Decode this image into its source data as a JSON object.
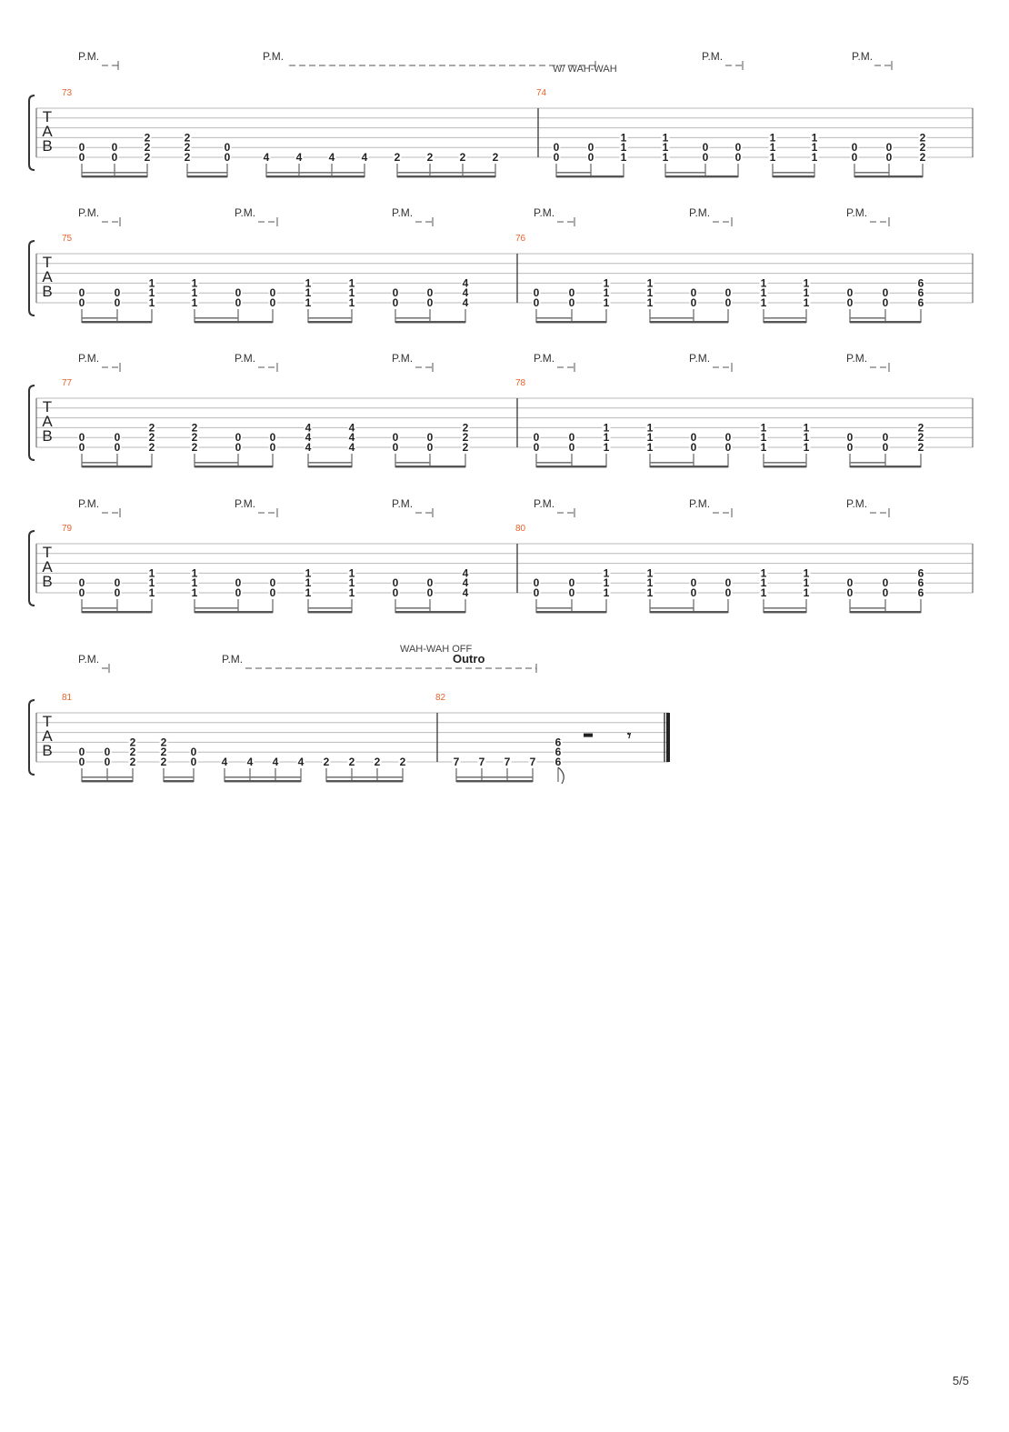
{
  "sheet": {
    "page_number": "5/5",
    "tab_clef": [
      "T",
      "A",
      "B"
    ],
    "pm_label": "P.M.",
    "colors": {
      "measure_number": "#e8622a",
      "staff_line": "#b9b9b9",
      "text": "#222222",
      "bracket": "#333333"
    },
    "systems": [
      {
        "measures": [
          {
            "number": "73",
            "notes": [
              [
                null,
                null,
                "0",
                "0"
              ],
              [
                null,
                null,
                "0",
                "0"
              ],
              [
                null,
                "2",
                "2",
                "2"
              ],
              [
                null,
                "2",
                "2",
                "2"
              ],
              [
                null,
                null,
                "0",
                "0"
              ],
              [
                null,
                null,
                null,
                "4"
              ],
              [
                null,
                null,
                null,
                "4"
              ],
              [
                null,
                null,
                null,
                "4"
              ],
              [
                null,
                null,
                null,
                "4"
              ],
              [
                null,
                null,
                null,
                "2"
              ],
              [
                null,
                null,
                null,
                "2"
              ],
              [
                null,
                null,
                null,
                "2"
              ],
              [
                null,
                null,
                null,
                "2"
              ]
            ]
          },
          {
            "number": "74",
            "notes": [
              [
                null,
                null,
                "0",
                "0"
              ],
              [
                null,
                null,
                "0",
                "0"
              ],
              [
                null,
                "1",
                "1",
                "1"
              ],
              [
                null,
                "1",
                "1",
                "1"
              ],
              [
                null,
                null,
                "0",
                "0"
              ],
              [
                null,
                null,
                "0",
                "0"
              ],
              [
                null,
                "1",
                "1",
                "1"
              ],
              [
                null,
                "1",
                "1",
                "1"
              ],
              [
                null,
                null,
                "0",
                "0"
              ],
              [
                null,
                null,
                "0",
                "0"
              ],
              [
                null,
                "2",
                "2",
                "2"
              ]
            ]
          }
        ],
        "annotations": [
          {
            "kind": "pm",
            "text": "P.M."
          },
          {
            "kind": "pm",
            "text": "P.M."
          },
          {
            "kind": "pm",
            "text": "P.M."
          },
          {
            "kind": "pm",
            "text": "P.M."
          },
          {
            "kind": "text",
            "text": "W/ WAH-WAH"
          }
        ]
      },
      {
        "measures": [
          {
            "number": "75",
            "notes": [
              [
                null,
                null,
                "0",
                "0"
              ],
              [
                null,
                null,
                "0",
                "0"
              ],
              [
                null,
                "1",
                "1",
                "1"
              ],
              [
                null,
                "1",
                "1",
                "1"
              ],
              [
                null,
                null,
                "0",
                "0"
              ],
              [
                null,
                null,
                "0",
                "0"
              ],
              [
                null,
                "1",
                "1",
                "1"
              ],
              [
                null,
                "1",
                "1",
                "1"
              ],
              [
                null,
                null,
                "0",
                "0"
              ],
              [
                null,
                null,
                "0",
                "0"
              ],
              [
                null,
                "4",
                "4",
                "4"
              ]
            ]
          },
          {
            "number": "76",
            "notes": [
              [
                null,
                null,
                "0",
                "0"
              ],
              [
                null,
                null,
                "0",
                "0"
              ],
              [
                null,
                "1",
                "1",
                "1"
              ],
              [
                null,
                "1",
                "1",
                "1"
              ],
              [
                null,
                null,
                "0",
                "0"
              ],
              [
                null,
                null,
                "0",
                "0"
              ],
              [
                null,
                "1",
                "1",
                "1"
              ],
              [
                null,
                "1",
                "1",
                "1"
              ],
              [
                null,
                null,
                "0",
                "0"
              ],
              [
                null,
                null,
                "0",
                "0"
              ],
              [
                null,
                "6",
                "6",
                "6"
              ]
            ]
          }
        ],
        "annotations": [
          {
            "kind": "pm",
            "text": "P.M."
          },
          {
            "kind": "pm",
            "text": "P.M."
          },
          {
            "kind": "pm",
            "text": "P.M."
          },
          {
            "kind": "pm",
            "text": "P.M."
          },
          {
            "kind": "pm",
            "text": "P.M."
          },
          {
            "kind": "pm",
            "text": "P.M."
          }
        ]
      },
      {
        "measures": [
          {
            "number": "77",
            "notes": [
              [
                null,
                null,
                "0",
                "0"
              ],
              [
                null,
                null,
                "0",
                "0"
              ],
              [
                null,
                "2",
                "2",
                "2"
              ],
              [
                null,
                "2",
                "2",
                "2"
              ],
              [
                null,
                null,
                "0",
                "0"
              ],
              [
                null,
                null,
                "0",
                "0"
              ],
              [
                null,
                "4",
                "4",
                "4"
              ],
              [
                null,
                "4",
                "4",
                "4"
              ],
              [
                null,
                null,
                "0",
                "0"
              ],
              [
                null,
                null,
                "0",
                "0"
              ],
              [
                null,
                "2",
                "2",
                "2"
              ]
            ]
          },
          {
            "number": "78",
            "notes": [
              [
                null,
                null,
                "0",
                "0"
              ],
              [
                null,
                null,
                "0",
                "0"
              ],
              [
                null,
                "1",
                "1",
                "1"
              ],
              [
                null,
                "1",
                "1",
                "1"
              ],
              [
                null,
                null,
                "0",
                "0"
              ],
              [
                null,
                null,
                "0",
                "0"
              ],
              [
                null,
                "1",
                "1",
                "1"
              ],
              [
                null,
                "1",
                "1",
                "1"
              ],
              [
                null,
                null,
                "0",
                "0"
              ],
              [
                null,
                null,
                "0",
                "0"
              ],
              [
                null,
                "2",
                "2",
                "2"
              ]
            ]
          }
        ],
        "annotations": [
          {
            "kind": "pm",
            "text": "P.M."
          },
          {
            "kind": "pm",
            "text": "P.M."
          },
          {
            "kind": "pm",
            "text": "P.M."
          },
          {
            "kind": "pm",
            "text": "P.M."
          },
          {
            "kind": "pm",
            "text": "P.M."
          },
          {
            "kind": "pm",
            "text": "P.M."
          }
        ]
      },
      {
        "measures": [
          {
            "number": "79",
            "notes": [
              [
                null,
                null,
                "0",
                "0"
              ],
              [
                null,
                null,
                "0",
                "0"
              ],
              [
                null,
                "1",
                "1",
                "1"
              ],
              [
                null,
                "1",
                "1",
                "1"
              ],
              [
                null,
                null,
                "0",
                "0"
              ],
              [
                null,
                null,
                "0",
                "0"
              ],
              [
                null,
                "1",
                "1",
                "1"
              ],
              [
                null,
                "1",
                "1",
                "1"
              ],
              [
                null,
                null,
                "0",
                "0"
              ],
              [
                null,
                null,
                "0",
                "0"
              ],
              [
                null,
                "4",
                "4",
                "4"
              ]
            ]
          },
          {
            "number": "80",
            "notes": [
              [
                null,
                null,
                "0",
                "0"
              ],
              [
                null,
                null,
                "0",
                "0"
              ],
              [
                null,
                "1",
                "1",
                "1"
              ],
              [
                null,
                "1",
                "1",
                "1"
              ],
              [
                null,
                null,
                "0",
                "0"
              ],
              [
                null,
                null,
                "0",
                "0"
              ],
              [
                null,
                "1",
                "1",
                "1"
              ],
              [
                null,
                "1",
                "1",
                "1"
              ],
              [
                null,
                null,
                "0",
                "0"
              ],
              [
                null,
                null,
                "0",
                "0"
              ],
              [
                null,
                "6",
                "6",
                "6"
              ]
            ]
          }
        ],
        "annotations": [
          {
            "kind": "pm",
            "text": "P.M."
          },
          {
            "kind": "pm",
            "text": "P.M."
          },
          {
            "kind": "pm",
            "text": "P.M."
          },
          {
            "kind": "pm",
            "text": "P.M."
          },
          {
            "kind": "pm",
            "text": "P.M."
          },
          {
            "kind": "pm",
            "text": "P.M."
          }
        ]
      },
      {
        "measures": [
          {
            "number": "81",
            "notes": [
              [
                null,
                null,
                "0",
                "0"
              ],
              [
                null,
                null,
                "0",
                "0"
              ],
              [
                null,
                "2",
                "2",
                "2"
              ],
              [
                null,
                "2",
                "2",
                "2"
              ],
              [
                null,
                null,
                "0",
                "0"
              ],
              [
                null,
                null,
                null,
                "4"
              ],
              [
                null,
                null,
                null,
                "4"
              ],
              [
                null,
                null,
                null,
                "4"
              ],
              [
                null,
                null,
                null,
                "4"
              ],
              [
                null,
                null,
                null,
                "2"
              ],
              [
                null,
                null,
                null,
                "2"
              ],
              [
                null,
                null,
                null,
                "2"
              ],
              [
                null,
                null,
                null,
                "2"
              ]
            ]
          },
          {
            "number": "82",
            "notes": [
              [
                null,
                null,
                null,
                "7"
              ],
              [
                null,
                null,
                null,
                "7"
              ],
              [
                null,
                null,
                null,
                "7"
              ],
              [
                null,
                null,
                null,
                "7"
              ],
              [
                null,
                "6",
                "6",
                "6"
              ]
            ]
          }
        ],
        "annotations": [
          {
            "kind": "pm",
            "text": "P.M."
          },
          {
            "kind": "pm",
            "text": "P.M."
          },
          {
            "kind": "text",
            "text": "WAH-WAH OFF"
          },
          {
            "kind": "section",
            "text": "Outro"
          }
        ]
      }
    ]
  }
}
